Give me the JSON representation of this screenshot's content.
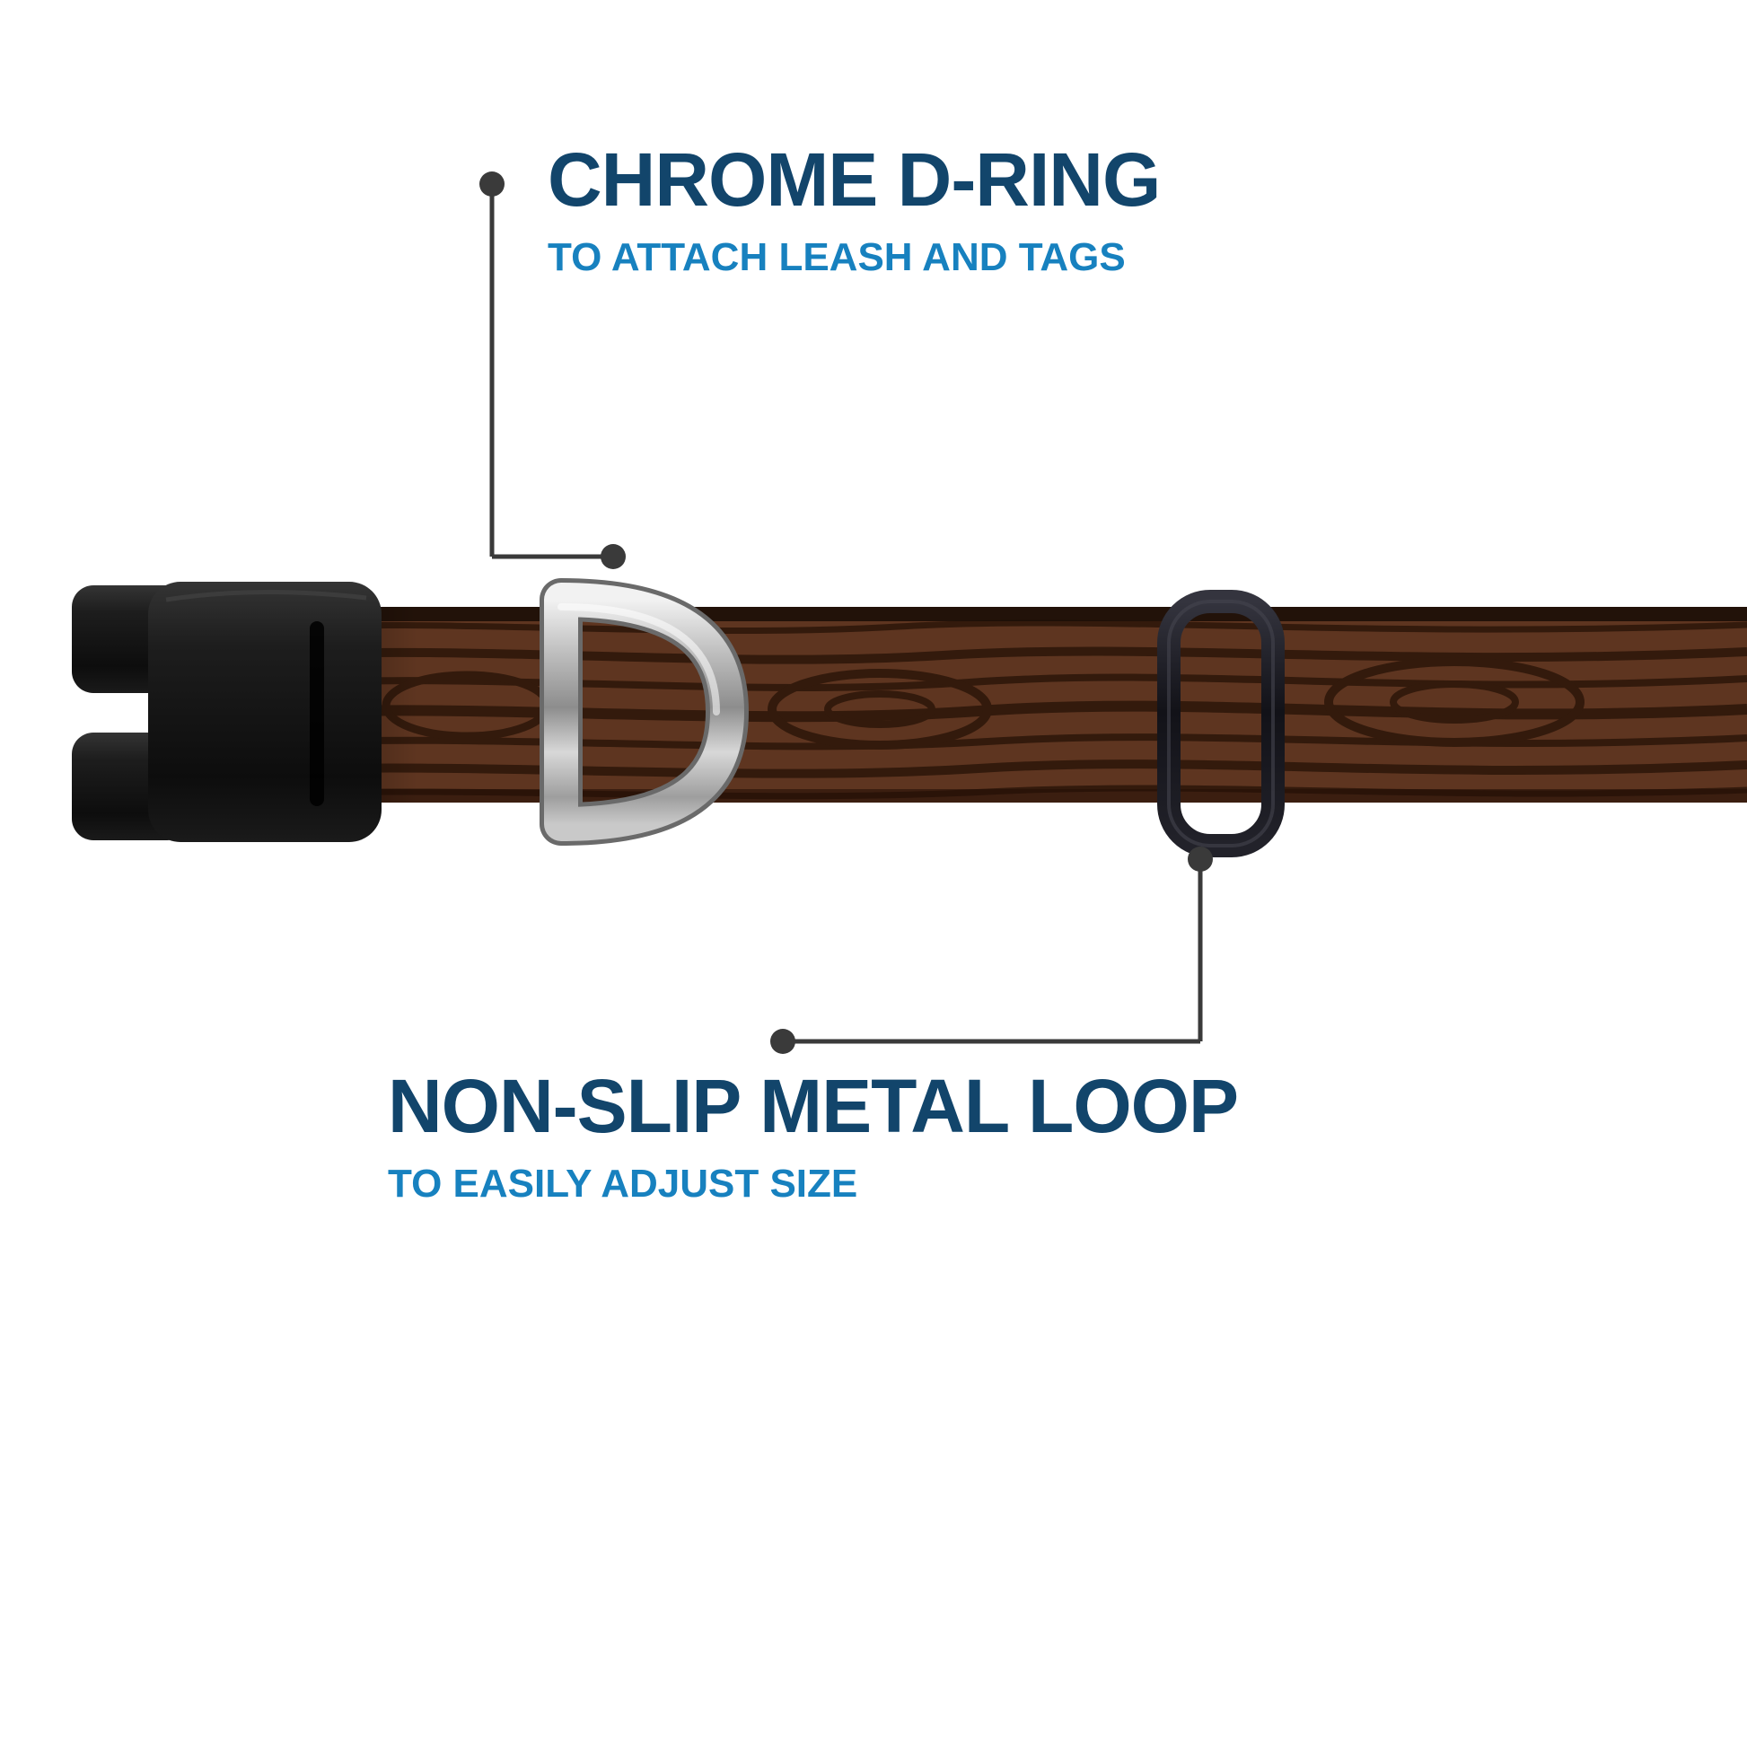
{
  "callouts": {
    "dring": {
      "title": "CHROME D-RING",
      "subtitle": "TO ATTACH LEASH AND TAGS"
    },
    "loop": {
      "title": "NON-SLIP METAL LOOP",
      "subtitle": "TO EASILY ADJUST SIZE"
    }
  },
  "product_parts": {
    "buckle": "black side-release buckle",
    "strap": "brown woodgrain collar strap",
    "dring": "chrome d-ring",
    "loop": "black non-slip metal loop"
  },
  "colors": {
    "title_blue": "#12456b",
    "subtitle_blue": "#1781bf",
    "leader_gray": "#3a3a3a",
    "strap_brown": "#5e3520",
    "grain_dark": "#331a0c",
    "buckle_black": "#161616",
    "loop_black": "#16161c",
    "background": "#ffffff"
  }
}
